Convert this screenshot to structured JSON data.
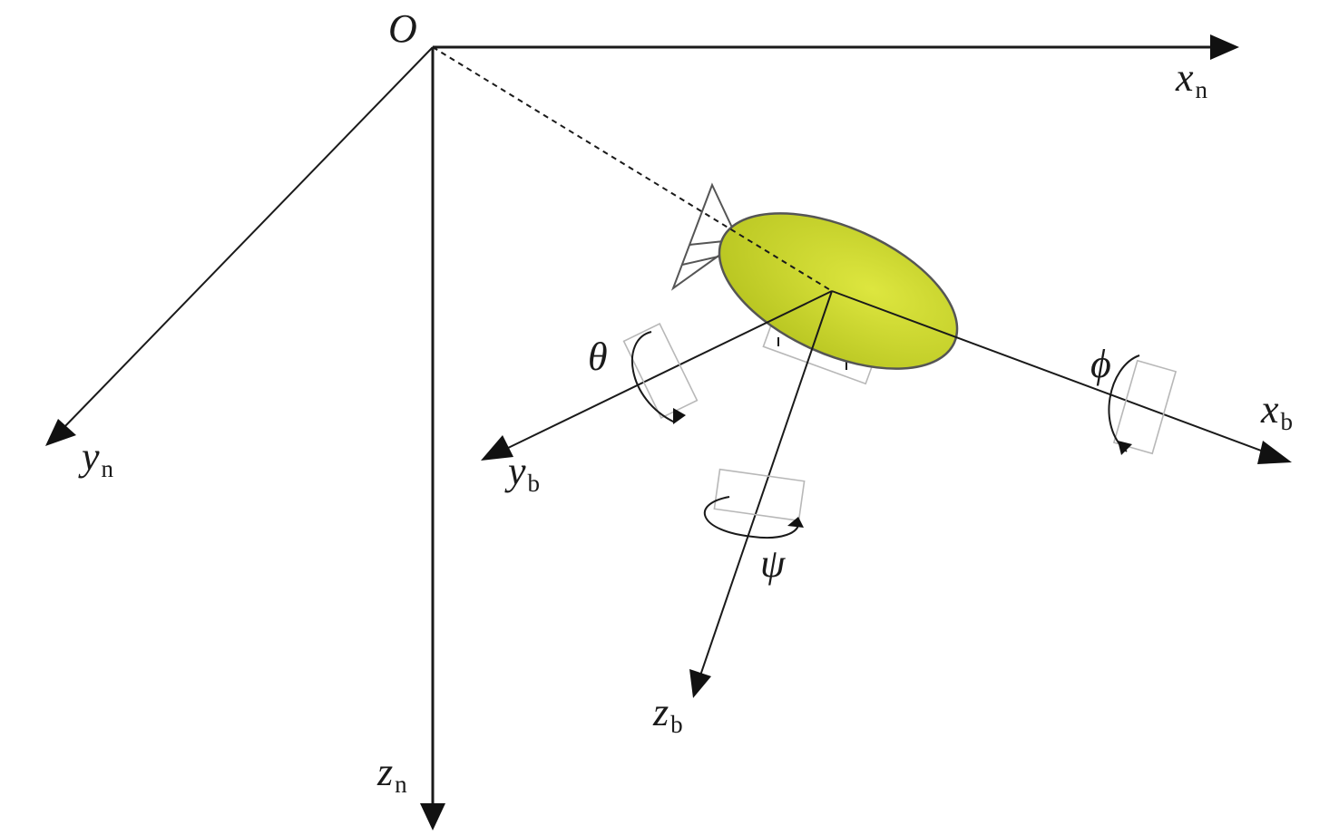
{
  "labels": {
    "origin": "O",
    "xn": {
      "main": "x",
      "sub": "n"
    },
    "yn": {
      "main": "y",
      "sub": "n"
    },
    "zn": {
      "main": "z",
      "sub": "n"
    },
    "xb": {
      "main": "x",
      "sub": "b"
    },
    "yb": {
      "main": "y",
      "sub": "b"
    },
    "zb": {
      "main": "z",
      "sub": "b"
    },
    "theta": "θ",
    "phi": "ϕ",
    "psi": "ψ"
  },
  "colors": {
    "body_fill": "#d4df35",
    "line": "#1a1a1a",
    "ghost": "#b8b8b8"
  }
}
